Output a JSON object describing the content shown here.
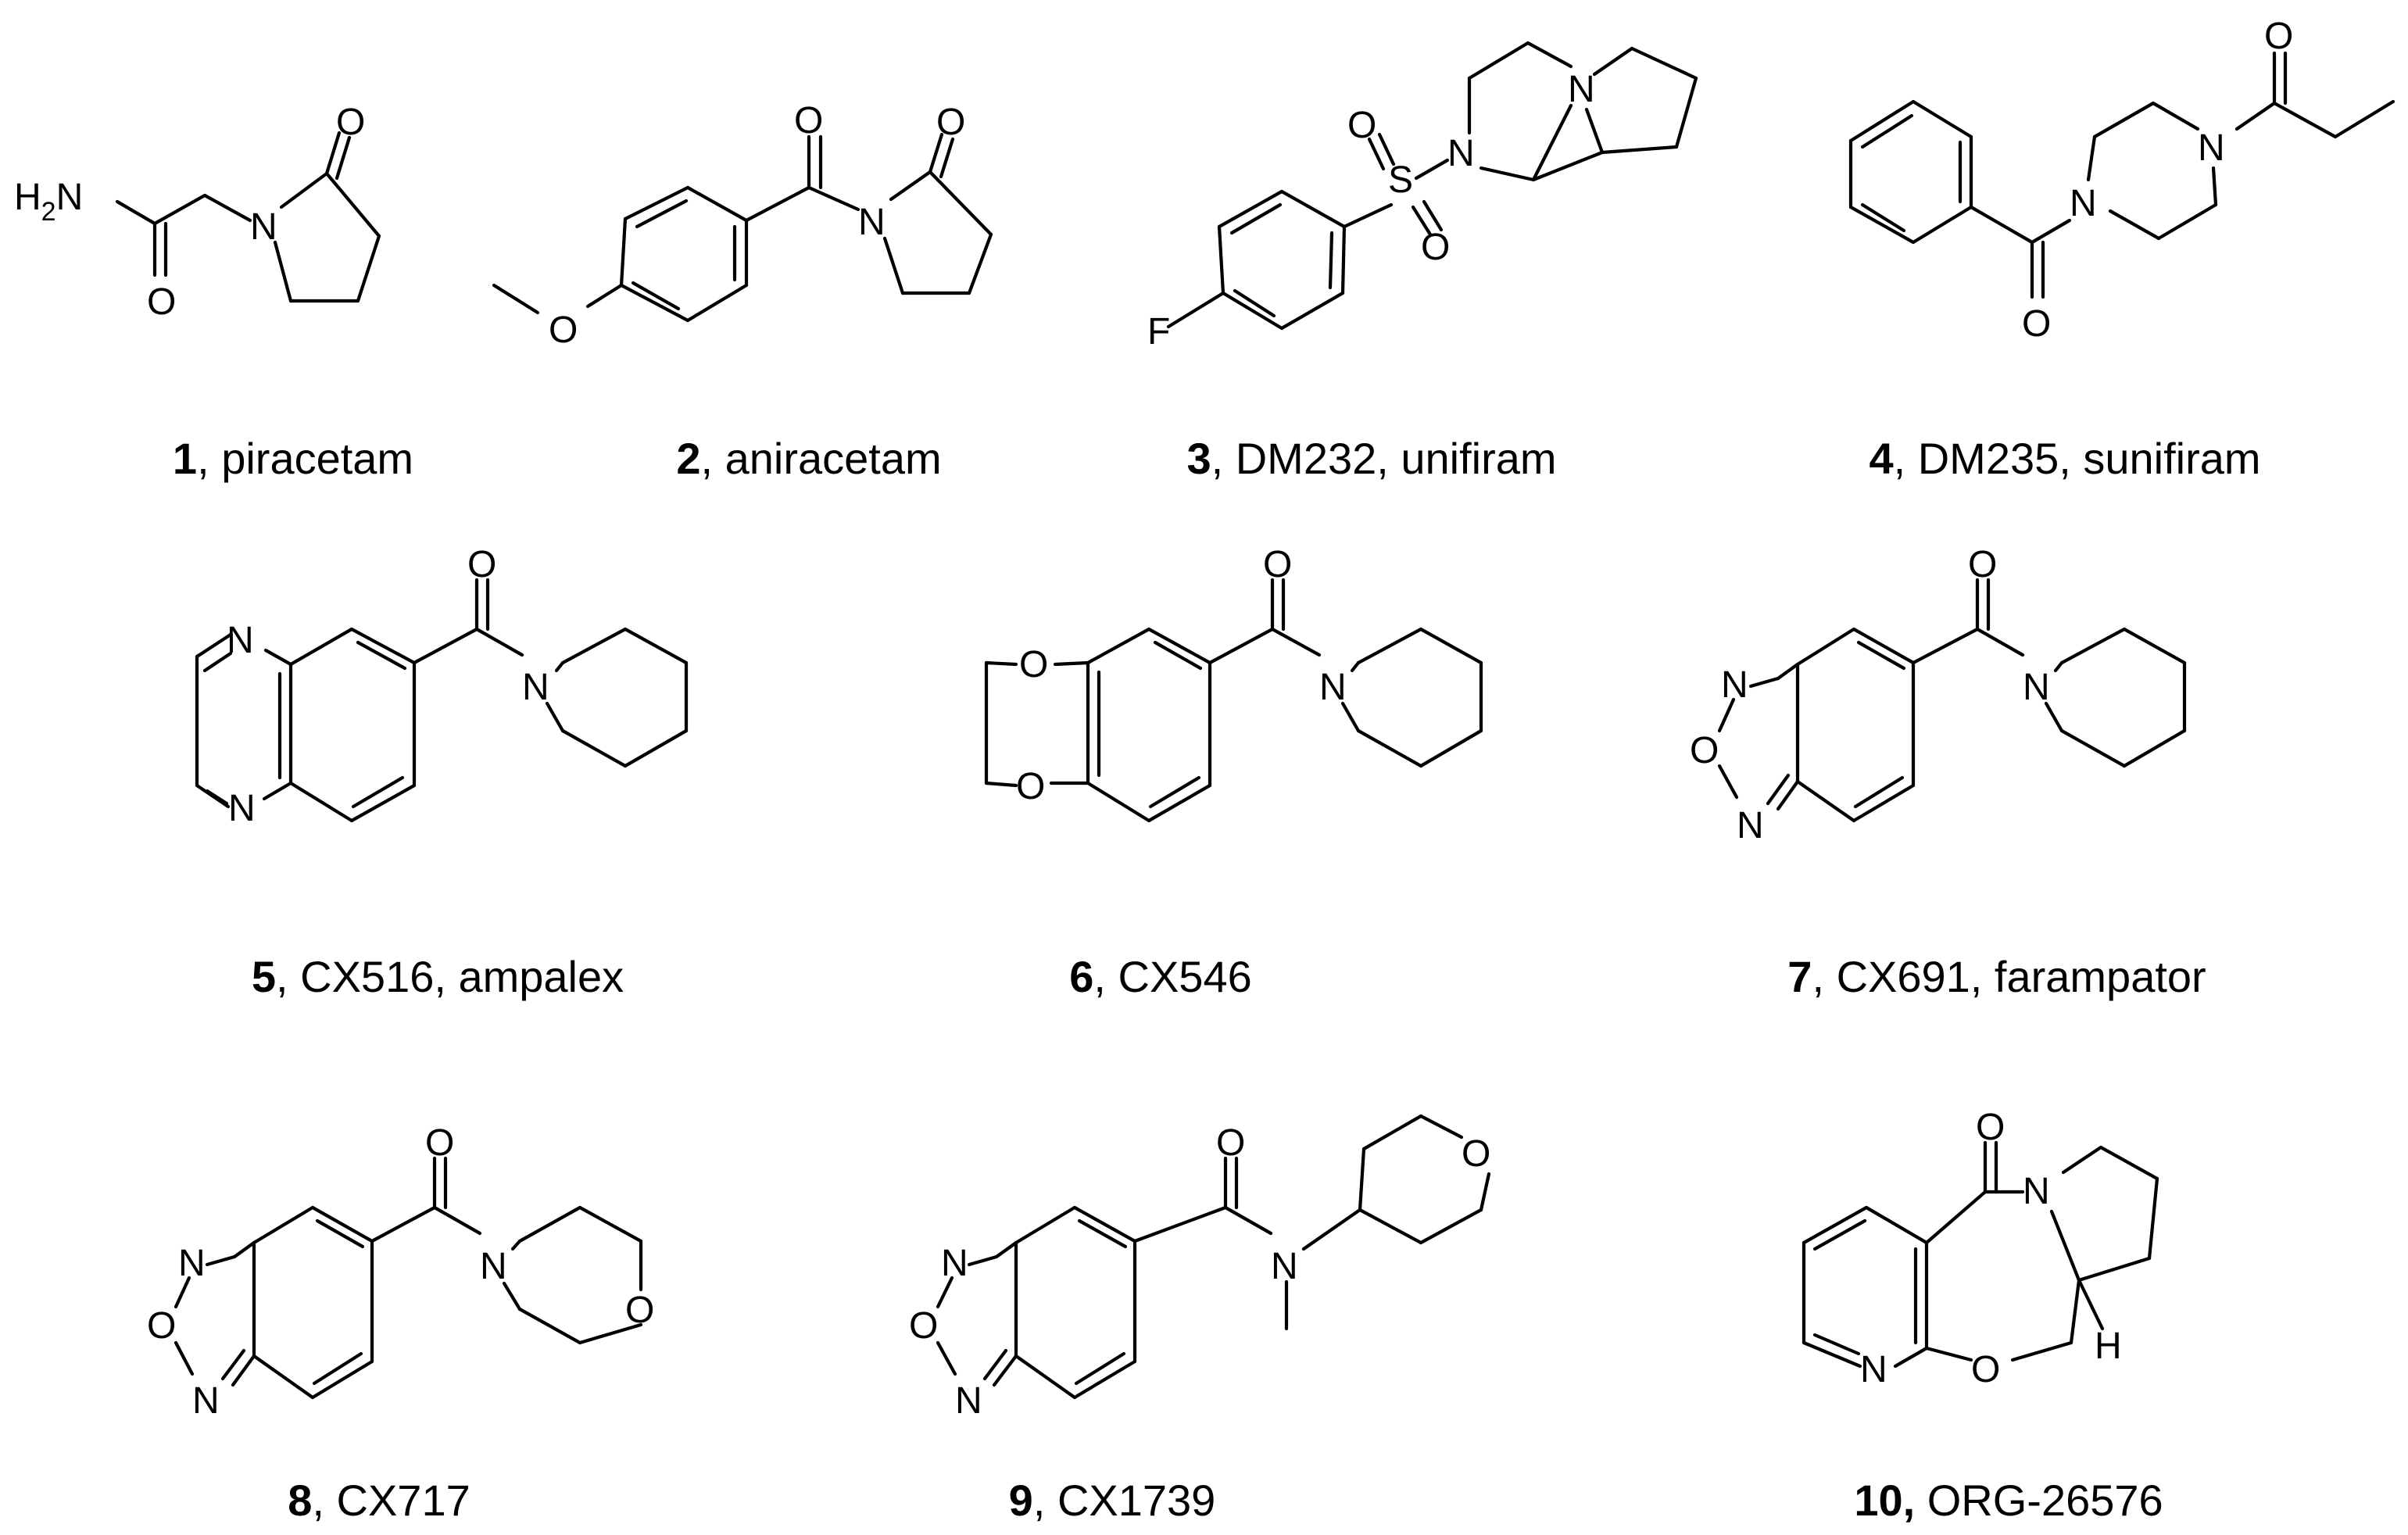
{
  "compounds": [
    {
      "number": "1",
      "sep": ", ",
      "name": "piracetam"
    },
    {
      "number": "2",
      "sep": ", ",
      "name": "aniracetam"
    },
    {
      "number": "3",
      "sep": ", ",
      "name": "DM232, unifiram"
    },
    {
      "number": "4",
      "sep": ", ",
      "name": "DM235, sunifiram"
    },
    {
      "number": "5",
      "sep": ", ",
      "name": "CX516, ampalex"
    },
    {
      "number": "6",
      "sep": ", ",
      "name": "CX546"
    },
    {
      "number": "7",
      "sep": ", ",
      "name": "CX691, farampator"
    },
    {
      "number": "8",
      "sep": ", ",
      "name": "CX717"
    },
    {
      "number": "9",
      "sep": ", ",
      "name": "CX1739"
    },
    {
      "number": "10,",
      "sep": " ",
      "name": "ORG-26576"
    }
  ],
  "atom_labels": {
    "c1_nh2": "H",
    "c1_nh2_sub": "2",
    "c1_nh2_n": "N",
    "c1_o1": "O",
    "c1_o2": "O",
    "c1_n": "N",
    "c2_o_me": "O",
    "c2_o1": "O",
    "c2_o2": "O",
    "c2_n": "N",
    "c3_f": "F",
    "c3_s": "S",
    "c3_o1": "O",
    "c3_o2": "O",
    "c3_n1": "N",
    "c3_n2": "N",
    "c4_o1": "O",
    "c4_o2": "O",
    "c4_n1": "N",
    "c4_n2": "N",
    "c5_n1": "N",
    "c5_n2": "N",
    "c5_o": "O",
    "c5_n3": "N",
    "c6_o1": "O",
    "c6_o2": "O",
    "c6_o3": "O",
    "c6_n": "N",
    "c7_n1": "N",
    "c7_o1": "O",
    "c7_n2": "N",
    "c7_o2": "O",
    "c7_n3": "N",
    "c8_n1": "N",
    "c8_o1": "O",
    "c8_n2": "N",
    "c8_o2": "O",
    "c8_n3": "N",
    "c8_o3": "O",
    "c9_n1": "N",
    "c9_o1": "O",
    "c9_n2": "N",
    "c9_o2": "O",
    "c9_n3": "N",
    "c9_o3": "O",
    "c10_o1": "O",
    "c10_n1": "N",
    "c10_n2": "N",
    "c10_o2": "O",
    "c10_h": "H"
  }
}
